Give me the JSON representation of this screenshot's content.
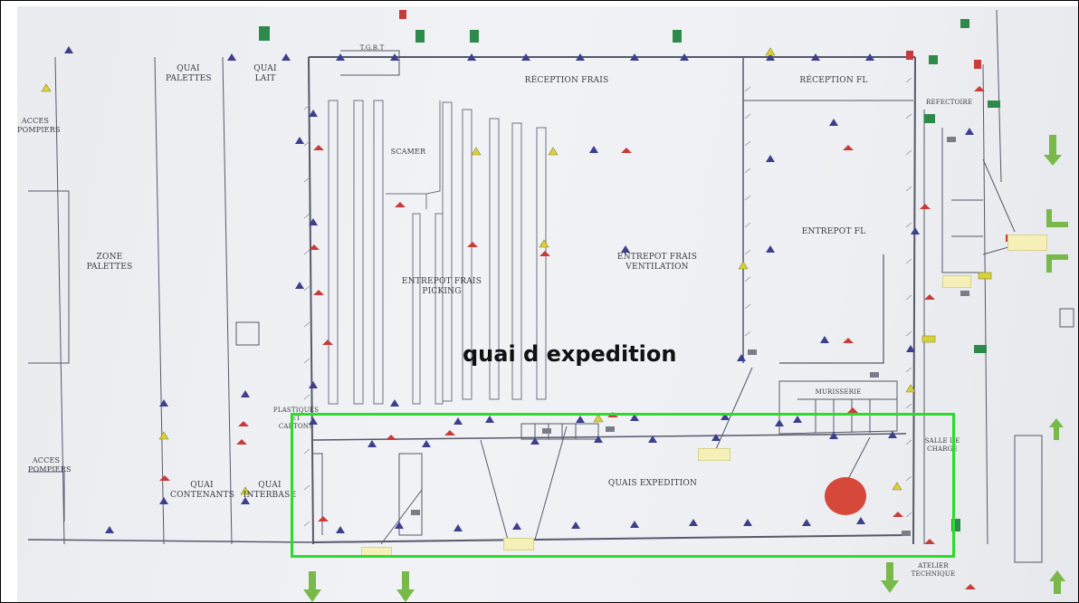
{
  "image": {
    "overlay_label": "quai d expedition",
    "highlight_color": "#2bdc2b"
  },
  "zones": {
    "quai_palettes": "QUAI\nPALETTES",
    "quai_lait": "QUAI\nLAIT",
    "reception_frais": "RÉCEPTION FRAIS",
    "reception_fl": "RÉCEPTION FL",
    "refectoire": "REFECTOIRE",
    "acces_pompiers_top": "ACCES\nPOMPIERS",
    "scamer": "SCAMER",
    "zone_palettes": "ZONE\nPALETTES",
    "entrepot_frais_picking": "ENTREPOT FRAIS\nPICKING",
    "entrepot_frais_ventilation": "ENTREPOT FRAIS\nVENTILATION",
    "entrepot_fl": "ENTREPOT FL",
    "murisserie": "MURISSERIE",
    "plastiques_cartons": "PLASTIQUES ET\nCARTONS",
    "acces_pompiers_bottom": "ACCES\nPOMPIERS",
    "quai_contenants": "QUAI\nCONTENANTS",
    "quai_interbase": "QUAI\nINTERBASE",
    "quais_expedition": "QUAIS EXPEDITION",
    "salle_de_charge": "SALLE DE\nCHARGE",
    "atelier_technique": "ATELIER\nTECHNIQUE",
    "tgbt": "T.G.B.T"
  },
  "colors": {
    "wall": "#55596a",
    "marker_blue": "#3d3f8c",
    "marker_red": "#c83b3b",
    "marker_yellow": "#d8d23a",
    "arrow_green": "#79b94a",
    "sign_green": "#2e8a4a"
  }
}
